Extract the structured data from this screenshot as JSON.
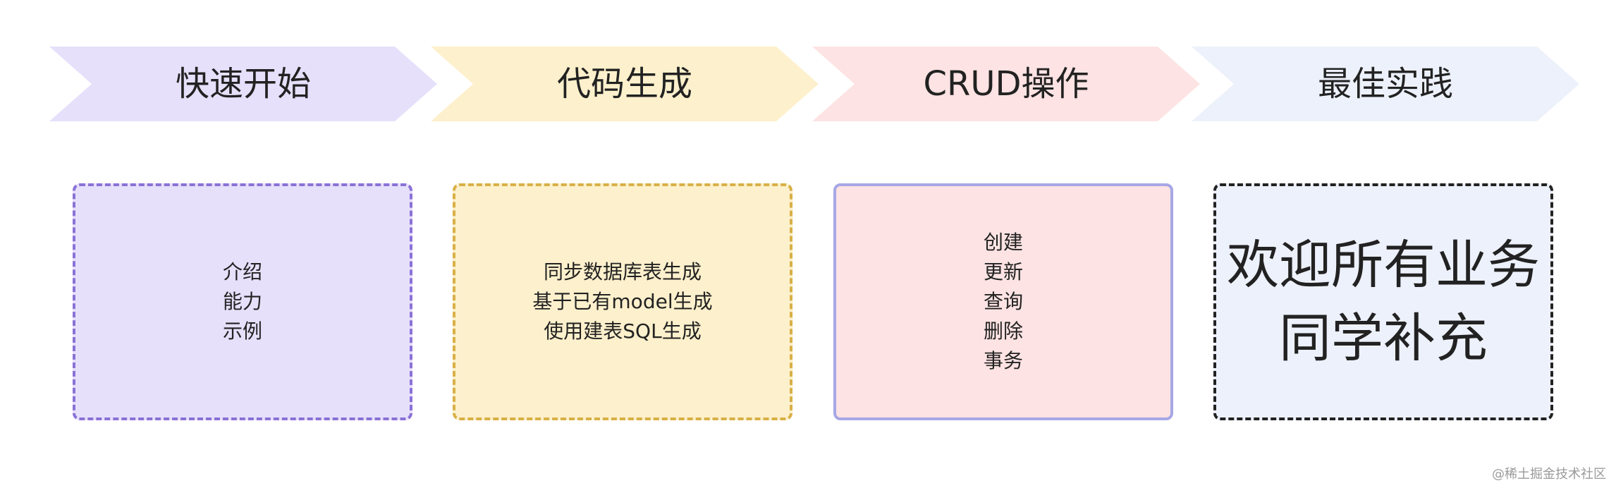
{
  "steps": [
    {
      "title": "快速开始",
      "fill": "#e6e0fb",
      "box_fill": "#e6e0fb",
      "box_border": "#8a72d6",
      "box_border_style": "dashed",
      "lines": [
        "介绍",
        "能力",
        "示例"
      ],
      "large_text": false
    },
    {
      "title": "代码生成",
      "fill": "#fdf0cc",
      "box_fill": "#fdf0cc",
      "box_border": "#d8b046",
      "box_border_style": "dashed",
      "lines": [
        "同步数据库表生成",
        "基于已有model生成",
        "使用建表SQL生成"
      ],
      "large_text": false
    },
    {
      "title": "CRUD操作",
      "fill": "#fde3e3",
      "box_fill": "#fde3e3",
      "box_border": "#a7a7e6",
      "box_border_style": "solid",
      "lines": [
        "创建",
        "更新",
        "查询",
        "删除",
        "事务"
      ],
      "large_text": false
    },
    {
      "title": "最佳实践",
      "fill": "#edf1fb",
      "box_fill": "#edf1fb",
      "box_border": "#222222",
      "box_border_style": "dashed",
      "lines": [
        "欢迎所有业务",
        "同学补充"
      ],
      "large_text": true
    }
  ],
  "watermark": "@稀土掘金技术社区"
}
